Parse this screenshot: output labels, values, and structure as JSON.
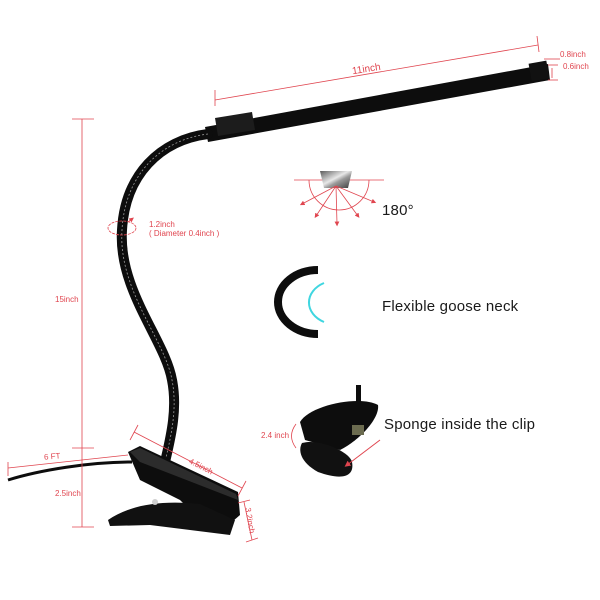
{
  "colors": {
    "dimension_line": "#e0454f",
    "product_black": "#0d0d0d",
    "accent_cyan": "#3fd6e0",
    "text_dark": "#1a1a1a"
  },
  "dimensions": {
    "arm_length": "11inch",
    "head_width": "0.8inch",
    "head_height": "0.6inch",
    "total_height": "15inch",
    "neck_circumference": "1.2inch",
    "neck_diameter": "( Diameter 0.4inch )",
    "cable_length": "6 FT",
    "clip_height": "2.5inch",
    "clip_length": "4.5inch",
    "clip_width": "3.2inch",
    "clip_opening": "2.4 inch"
  },
  "features": {
    "rotation_angle": "180°",
    "gooseneck": "Flexible goose neck",
    "sponge": "Sponge inside the clip"
  },
  "icons": {
    "rotation": "rotation-180-icon",
    "gooseneck": "gooseneck-arc-icon",
    "clip": "clip-detail-icon"
  }
}
